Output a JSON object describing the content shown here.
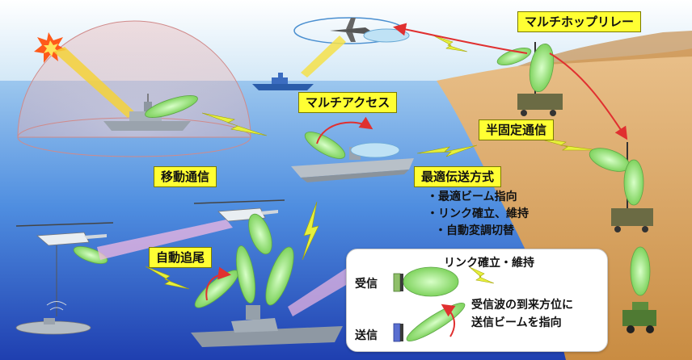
{
  "labels": {
    "multi_hop_relay": "マルチホップリレー",
    "multi_access": "マルチアクセス",
    "semi_fixed": "半固定通信",
    "mobile_comm": "移動通信",
    "auto_tracking": "自動追尾",
    "optimal_transmission": "最適伝送方式"
  },
  "optimal_items": [
    "最適ビーム指向",
    "リンク確立、維持",
    "自動変調切替"
  ],
  "inset": {
    "link_text": "リンク確立・維持",
    "receive": "受信",
    "transmit": "送信",
    "note_line1": "受信波の到来方位に",
    "note_line2": "送信ビームを指向"
  },
  "colors": {
    "label_bg": "#ffff33",
    "beam": "#9de87f",
    "link_bolt": "#e6f03c",
    "relay_arrow": "#e03030",
    "sky": "#d8ecf8",
    "sea": "#2f6fd6",
    "land": "#d9a55c"
  }
}
